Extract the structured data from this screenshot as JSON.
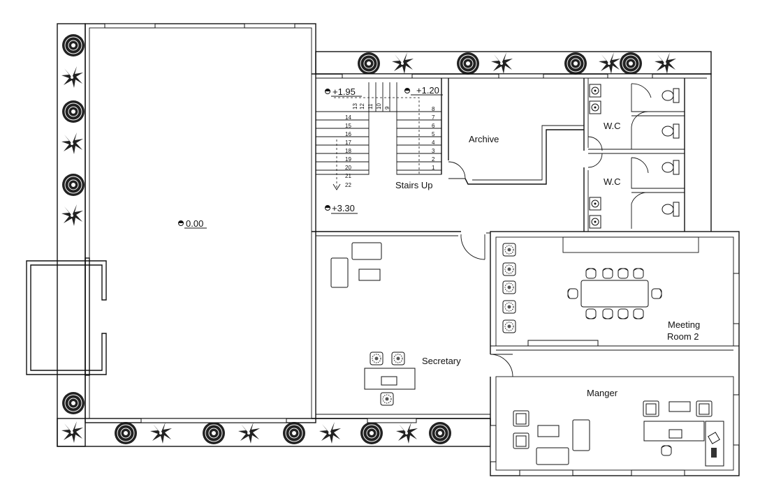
{
  "rooms": {
    "archive": "Archive",
    "wc_upper": "W.C",
    "wc_lower": "W.C",
    "stairs": "Stairs Up",
    "secretary": "Secretary",
    "meeting_line1": "Meeting",
    "meeting_line2": "Room 2",
    "manager": "Manger"
  },
  "levels": {
    "ground": "0.00",
    "landing_a": "+1.95",
    "landing_b": "+1.20",
    "upper": "+3.30"
  },
  "stair_steps": {
    "left_column": [
      "14",
      "15",
      "16",
      "17",
      "18",
      "19",
      "20",
      "21",
      "22"
    ],
    "right_column": [
      "8",
      "7",
      "6",
      "5",
      "4",
      "3",
      "2",
      "1"
    ],
    "top_row": [
      "13",
      "12",
      "11",
      "10",
      "9"
    ]
  }
}
